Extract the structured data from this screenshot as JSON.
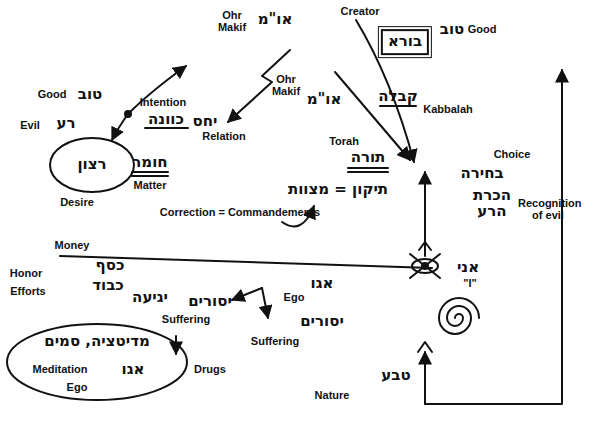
{
  "diagram": {
    "nodes": [
      {
        "text": [
          "Creator",
          "בורא"
        ]
      },
      {
        "text": [
          "רצון",
          "Desire"
        ]
      },
      {
        "text": [
          "מדיטציה, סמים",
          "Meditation",
          "אגו",
          "Ego"
        ]
      }
    ],
    "labels": [
      "Ohr Makif",
      "או\"מ",
      "Good",
      "טוב",
      "Intention",
      "כוונה",
      "Evil",
      "רע",
      "יחס",
      "Relation",
      "חומר",
      "Matter",
      "Ohr Makif",
      "או\"מ",
      "טוב",
      "Good",
      "קבלה",
      "Kabbalah",
      "Torah",
      "תורה",
      "תיקון = מצוות",
      "Correction = Commandements",
      "Choice",
      "בחירה",
      "הכרת הרע",
      "Recognition of evil",
      "Money",
      "כסף",
      "כבוד",
      "Honor",
      "Efforts",
      "יגיעה",
      "יסורים",
      "Suffering",
      "אגו",
      "Ego",
      "יסורים",
      "Suffering",
      "אני",
      "\"I\"",
      "טבע",
      "Nature",
      "Drugs"
    ]
  }
}
